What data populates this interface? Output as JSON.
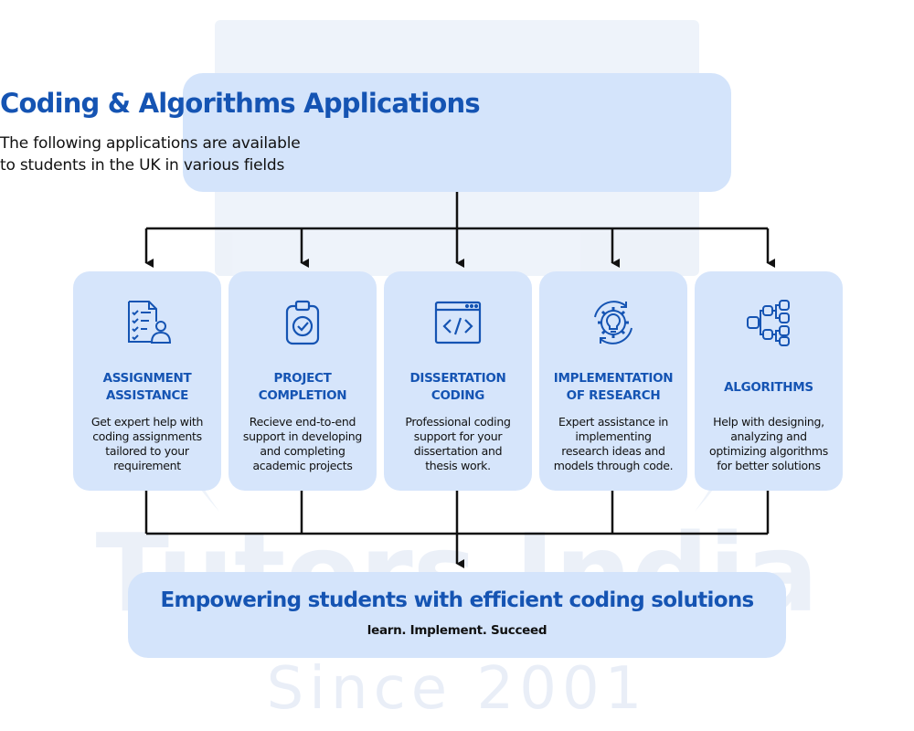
{
  "watermark": {
    "brand": "Tutors India",
    "since": "Since 2001"
  },
  "header": {
    "title": "Coding & Algorithms Applications",
    "subtitle_line1": "The following applications are available",
    "subtitle_line2": "to students in the UK in various fields"
  },
  "cards": [
    {
      "icon": "checklist-user-icon",
      "title_line1": "ASSIGNMENT",
      "title_line2": "ASSISTANCE",
      "desc": [
        "Get expert help with",
        "coding assignments",
        "tailored to your",
        "requirement"
      ]
    },
    {
      "icon": "clipboard-check-icon",
      "title_line1": "PROJECT",
      "title_line2": "COMPLETION",
      "desc": [
        "Recieve end-to-end",
        "support in developing",
        "and completing",
        "academic projects"
      ]
    },
    {
      "icon": "code-window-icon",
      "title_line1": "DISSERTATION",
      "title_line2": "CODING",
      "desc": [
        "Professional coding",
        "support for your",
        "dissertation and",
        "thesis work."
      ]
    },
    {
      "icon": "gear-lightbulb-icon",
      "title_line1": "IMPLEMENTATION",
      "title_line2": "OF RESEARCH",
      "desc": [
        "Expert assistance in",
        "implementing",
        "research ideas and",
        "models through code."
      ]
    },
    {
      "icon": "flowchart-icon",
      "title_line1": "ALGORITHMS",
      "title_line2": "",
      "desc": [
        "Help with designing,",
        "analyzing and",
        "optimizing algorithms",
        "for better solutions"
      ]
    }
  ],
  "footer": {
    "title": "Empowering students with efficient coding solutions",
    "tagline": "learn. Implement. Succeed"
  },
  "colors": {
    "accent": "#1554b3",
    "box_fill": "#d6e5fb",
    "line": "#111111"
  }
}
